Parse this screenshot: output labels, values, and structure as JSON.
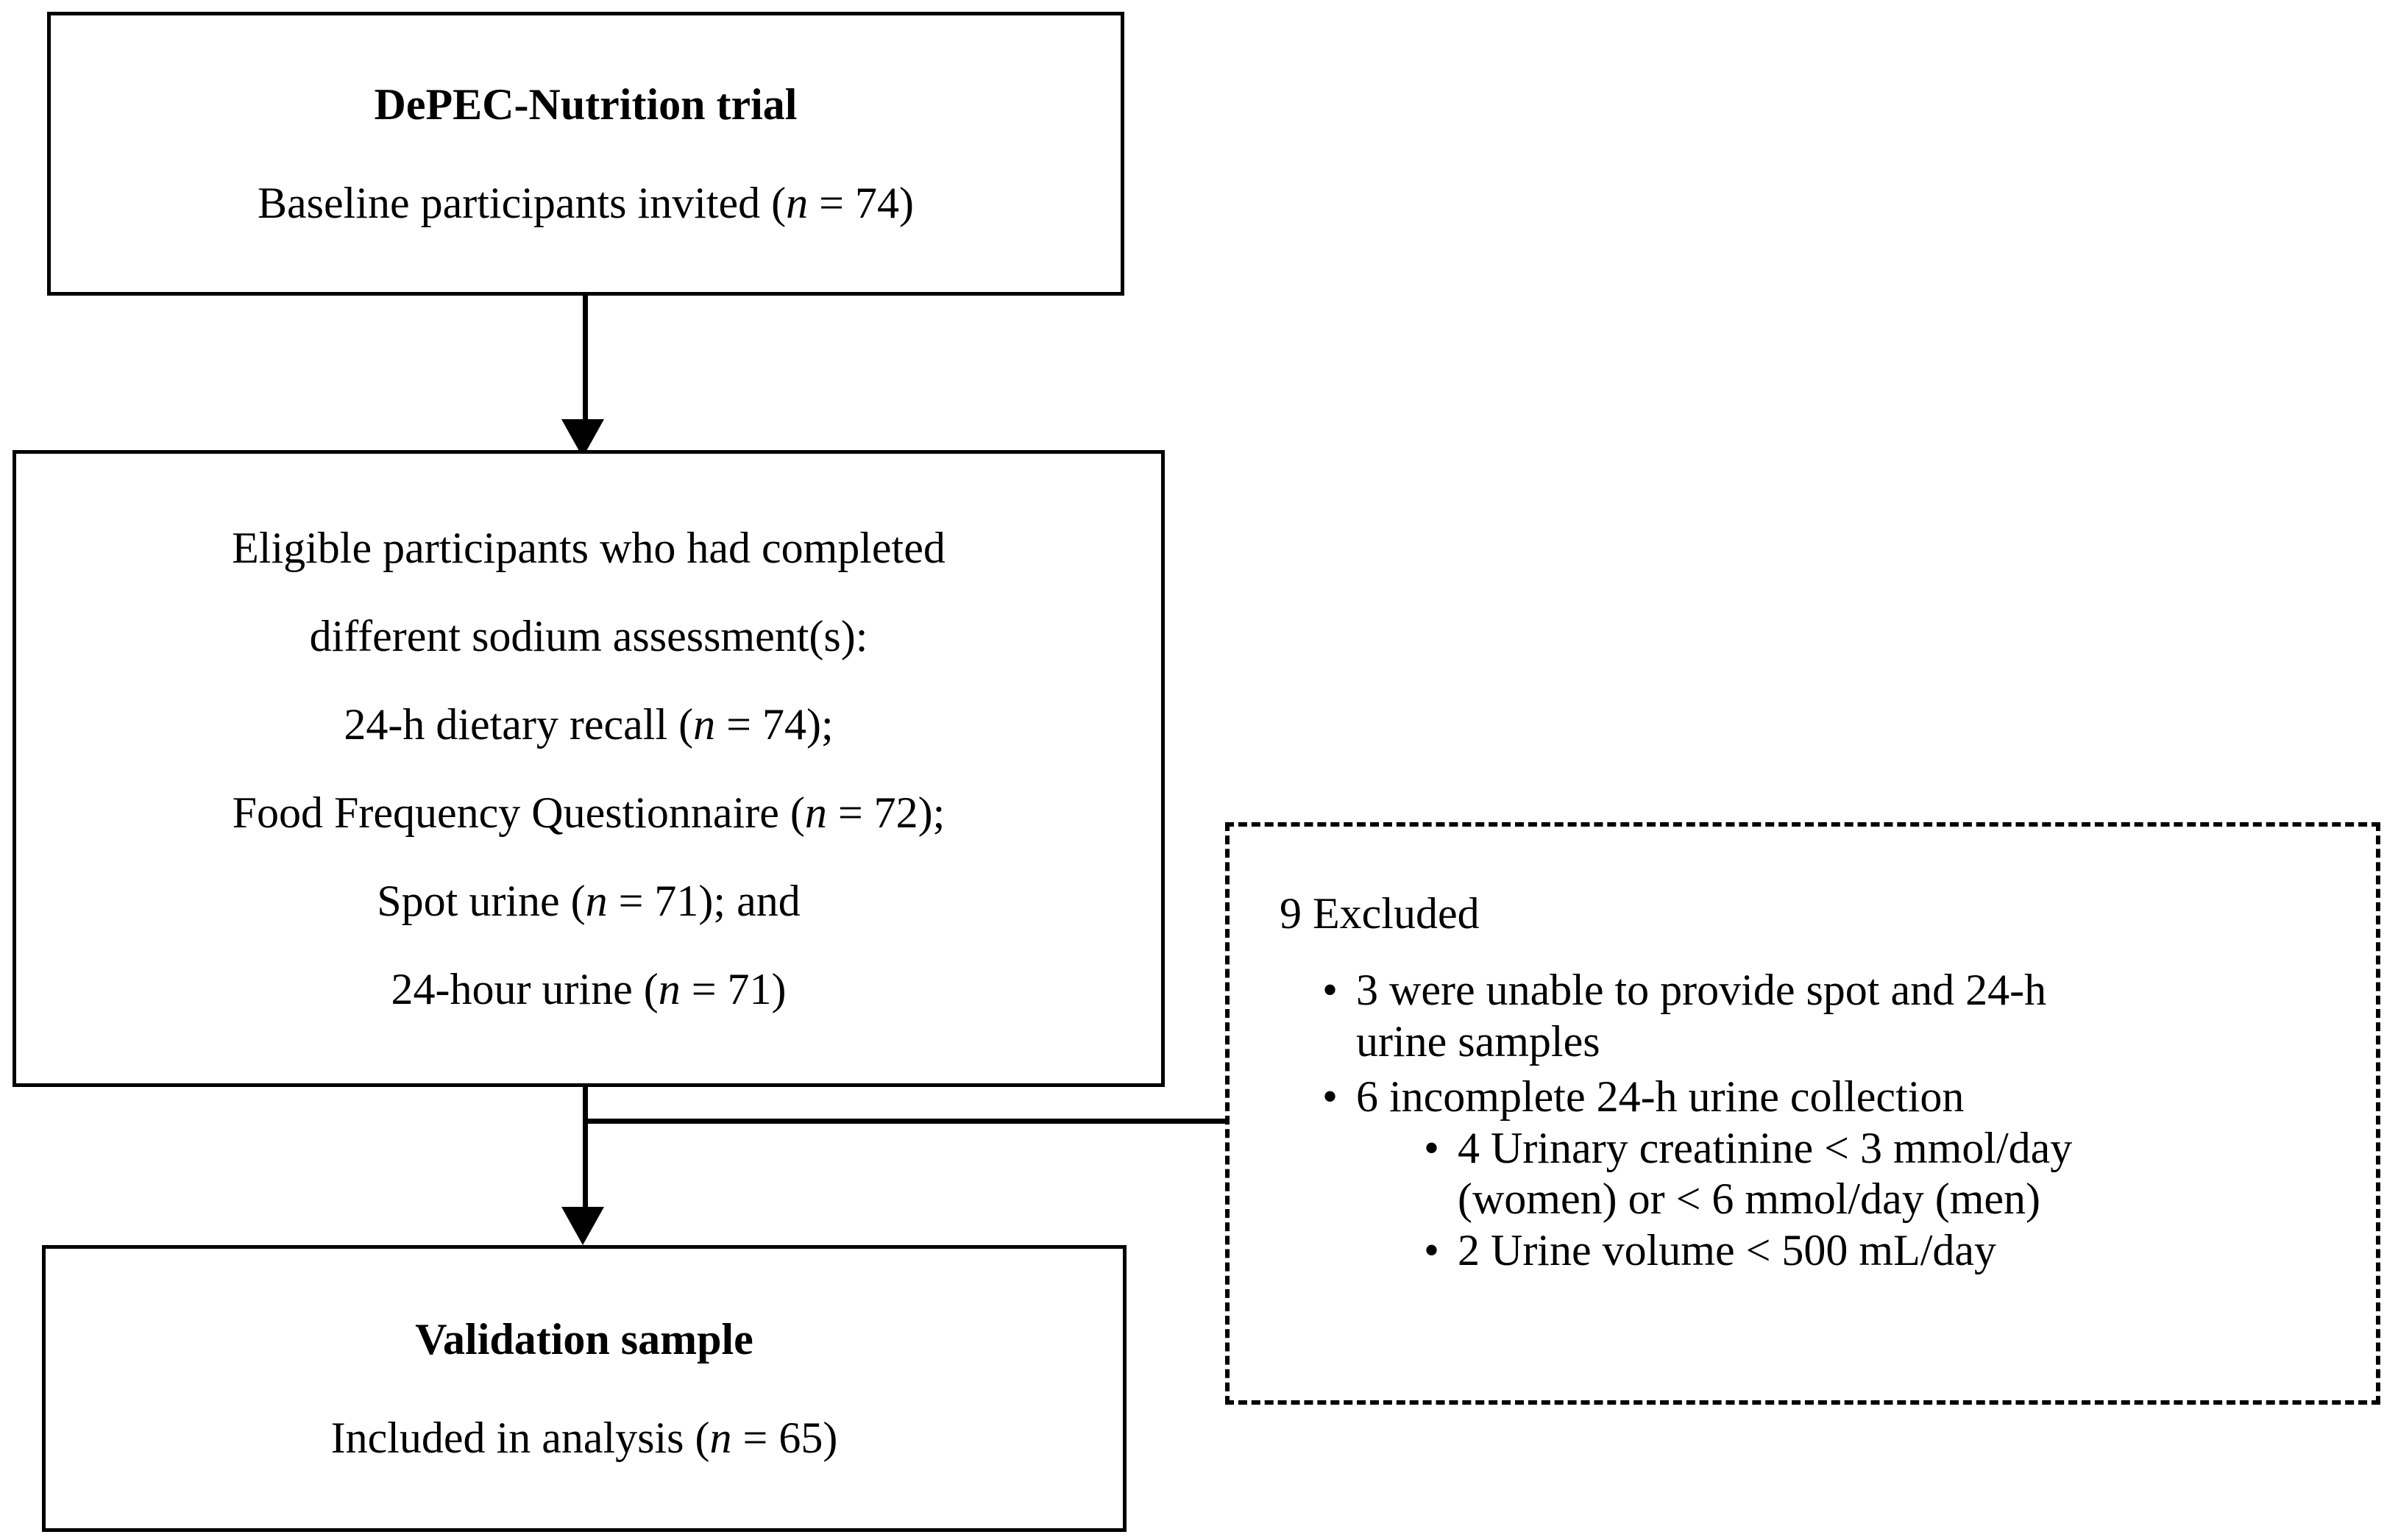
{
  "diagram": {
    "type": "participant-flow-diagram",
    "title": "DePEC-Nutrition trial validation sample flow"
  },
  "boxes": {
    "enrollment": {
      "heading": "DePEC-Nutrition trial",
      "line1_prefix": "Baseline participants invited (",
      "line1_n": "n",
      "line1_suffix": " = 74)"
    },
    "eligible": {
      "line1": "Eligible participants who had completed",
      "line2": "different sodium assessment(s):",
      "line3_prefix": "24-h dietary recall (",
      "line3_n": "n",
      "line3_suffix": " = 74);",
      "line4_prefix": "Food Frequency Questionnaire (",
      "line4_n": "n",
      "line4_suffix": " = 72);",
      "line5_prefix": "Spot urine (",
      "line5_n": "n",
      "line5_suffix": " = 71); and",
      "line6_prefix": "24-hour urine (",
      "line6_n": "n",
      "line6_suffix": " = 71)"
    },
    "validation": {
      "heading": "Validation sample",
      "line1_prefix": "Included in analysis (",
      "line1_n": "n",
      "line1_suffix": " = 65)"
    },
    "excluded": {
      "heading": "9 Excluded",
      "bullet_glyph": "•",
      "items": [
        {
          "text_line1": "3 were unable to provide spot and 24-h",
          "text_line2": "urine samples"
        },
        {
          "text_line1": "6 incomplete 24-h urine collection",
          "subitems": [
            {
              "text_line1": "4 Urinary creatinine < 3 mmol/day",
              "text_line2": "(women) or < 6 mmol/day (men)"
            },
            {
              "text_line1": "2 Urine volume < 500 mL/day"
            }
          ]
        }
      ]
    }
  },
  "connectors": [
    {
      "name": "enrollment-to-eligible",
      "direction": "down"
    },
    {
      "name": "eligible-to-validation",
      "direction": "down"
    },
    {
      "name": "eligible-to-excluded",
      "direction": "right"
    }
  ],
  "colors": {
    "stroke": "#000000",
    "background": "#ffffff"
  }
}
